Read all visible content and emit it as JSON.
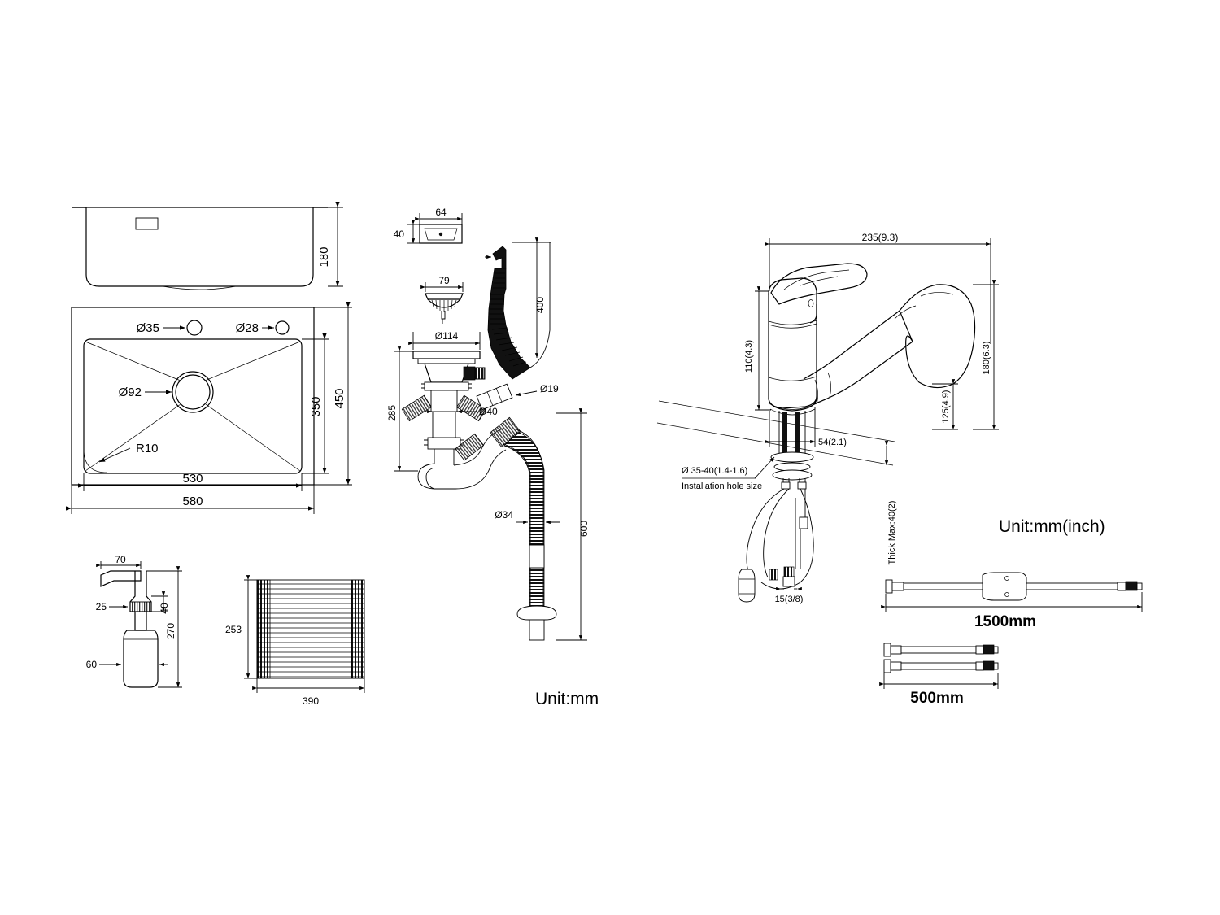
{
  "sheet": {
    "title": "Kitchen sink and pull-out faucet technical dimension drawing",
    "background": "#ffffff",
    "line_color": "#000000"
  },
  "units": {
    "left_note": "Unit:mm",
    "right_note": "Unit:mm(inch)"
  },
  "sink_side_view": {
    "name": "sink-side-elevation",
    "depth_label": "180"
  },
  "sink_top_view": {
    "name": "sink-top-view",
    "hole_left_label": "Ø35",
    "hole_right_label": "Ø28",
    "drain_label": "Ø92",
    "radius_label": "R10",
    "bowl_width_label": "530",
    "overall_width_label": "580",
    "bowl_depth_label": "350",
    "overall_depth_label": "450"
  },
  "overflow_cover": {
    "name": "overflow-cover-detail",
    "width_label": "64",
    "height_label": "40"
  },
  "strainer_basket": {
    "name": "strainer-basket-detail",
    "width_label": "79"
  },
  "drain_assembly": {
    "name": "drain-assembly",
    "flange_label": "Ø114",
    "overflow_hose_label": "400",
    "body_height_label": "285",
    "connector_label": "Ø19",
    "tailpiece_label": "Ø40",
    "flex_pipe_label": "Ø34",
    "flex_pipe_length_label": "600"
  },
  "soap_dispenser": {
    "name": "soap-dispenser",
    "spout_label": "70",
    "thread_label": "25",
    "collar_label": "40",
    "total_height_label": "270",
    "bottle_dia_label": "60"
  },
  "drying_rack": {
    "name": "roll-up-drying-rack",
    "depth_label": "253",
    "width_label": "390",
    "rod_count": 21
  },
  "faucet": {
    "name": "pull-out-kitchen-faucet",
    "reach_label": "235(9.3)",
    "body_height_label": "110(4.3)",
    "spray_head_height_label": "180(6.3)",
    "spray_head_drop_label": "125(4.9)",
    "base_dia_label": "54(2.1)",
    "hose_connector_label": "15(3/8)",
    "install_hole_label": "Ø 35-40(1.4-1.6)",
    "install_hole_caption": "Installation hole size",
    "counter_thickness_label": "Thick Max:40(2)"
  },
  "hoses": {
    "name": "supply-hoses",
    "long_hose_label": "1500mm",
    "short_hose_label": "500mm",
    "short_hose_count": 2
  }
}
